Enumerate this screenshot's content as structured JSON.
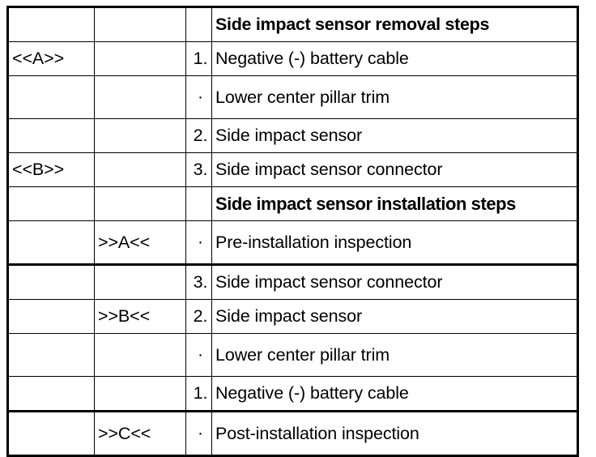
{
  "document": {
    "type": "procedure-table",
    "title_removal": "Side impact sensor removal steps",
    "title_installation": "Side impact sensor installation steps",
    "bullet_glyph": "·",
    "colors": {
      "ink": "#000000",
      "paper": "#ffffff"
    }
  },
  "columns": [
    {
      "key": "marker_a",
      "header": ""
    },
    {
      "key": "marker_b",
      "header": ""
    },
    {
      "key": "step",
      "header": ""
    },
    {
      "key": "description",
      "header": ""
    }
  ],
  "rows": [
    {
      "marker_a": "",
      "marker_b": "",
      "step": "",
      "description": "Side impact sensor removal steps",
      "heading": true,
      "rule_below": false
    },
    {
      "marker_a": "<<A>>",
      "marker_b": "",
      "step": "1.",
      "description": "Negative (-) battery cable",
      "heading": false,
      "rule_below": false
    },
    {
      "marker_a": "",
      "marker_b": "",
      "step": "·",
      "description": "Lower center pillar trim",
      "heading": false,
      "rule_below": false
    },
    {
      "marker_a": "",
      "marker_b": "",
      "step": "2.",
      "description": "Side impact sensor",
      "heading": false,
      "rule_below": false
    },
    {
      "marker_a": "<<B>>",
      "marker_b": "",
      "step": "3.",
      "description": "Side impact sensor connector",
      "heading": false,
      "rule_below": false
    },
    {
      "marker_a": "",
      "marker_b": "",
      "step": "",
      "description": "Side impact sensor installation steps",
      "heading": true,
      "rule_below": false
    },
    {
      "marker_a": "",
      "marker_b": ">>A<<",
      "step": "·",
      "description": "Pre-installation inspection",
      "heading": false,
      "rule_below": true
    },
    {
      "marker_a": "",
      "marker_b": "",
      "step": "3.",
      "description": "Side impact sensor connector",
      "heading": false,
      "rule_below": false
    },
    {
      "marker_a": "",
      "marker_b": ">>B<<",
      "step": "2.",
      "description": "Side impact sensor",
      "heading": false,
      "rule_below": false
    },
    {
      "marker_a": "",
      "marker_b": "",
      "step": "·",
      "description": "Lower center pillar trim",
      "heading": false,
      "rule_below": false
    },
    {
      "marker_a": "",
      "marker_b": "",
      "step": "1.",
      "description": "Negative (-) battery cable",
      "heading": false,
      "rule_below": true
    },
    {
      "marker_a": "",
      "marker_b": ">>C<<",
      "step": "·",
      "description": "Post-installation inspection",
      "heading": false,
      "rule_below": false
    }
  ]
}
